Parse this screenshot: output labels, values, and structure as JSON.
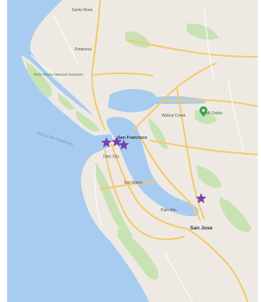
{
  "map": {
    "colors": {
      "water": "#a8ccf0",
      "land": "#eeeae3",
      "park": "#c8e2b4",
      "highway": "#f4c96a",
      "road": "#ffffff",
      "marker": "#7c3fb8"
    },
    "labels": {
      "santa_rosa": "Santa Rosa",
      "petaluma": "Petaluma",
      "point_reyes": "Point Reyes National Seashore",
      "gulf": "Gulf of the Farallones",
      "walnut_creek": "Walnut Creek",
      "mt_diablo": "Mt Diablo",
      "san_francisco": "San Francisco",
      "daly_city": "Daly City",
      "san_mateo": "San Mateo",
      "palo_alto": "Palo Alto",
      "san_jose": "San Jose"
    },
    "markers": [
      {
        "name": "marker-sf-west",
        "shape": "star",
        "color": "#7c3fb8"
      },
      {
        "name": "marker-sf-center",
        "shape": "star",
        "color": "#7c3fb8"
      },
      {
        "name": "marker-sf-east",
        "shape": "star",
        "color": "#7c3fb8"
      },
      {
        "name": "marker-milpitas",
        "shape": "star",
        "color": "#7c3fb8"
      }
    ],
    "place_pin": {
      "shape": "pin",
      "color": "#3aa655"
    }
  }
}
